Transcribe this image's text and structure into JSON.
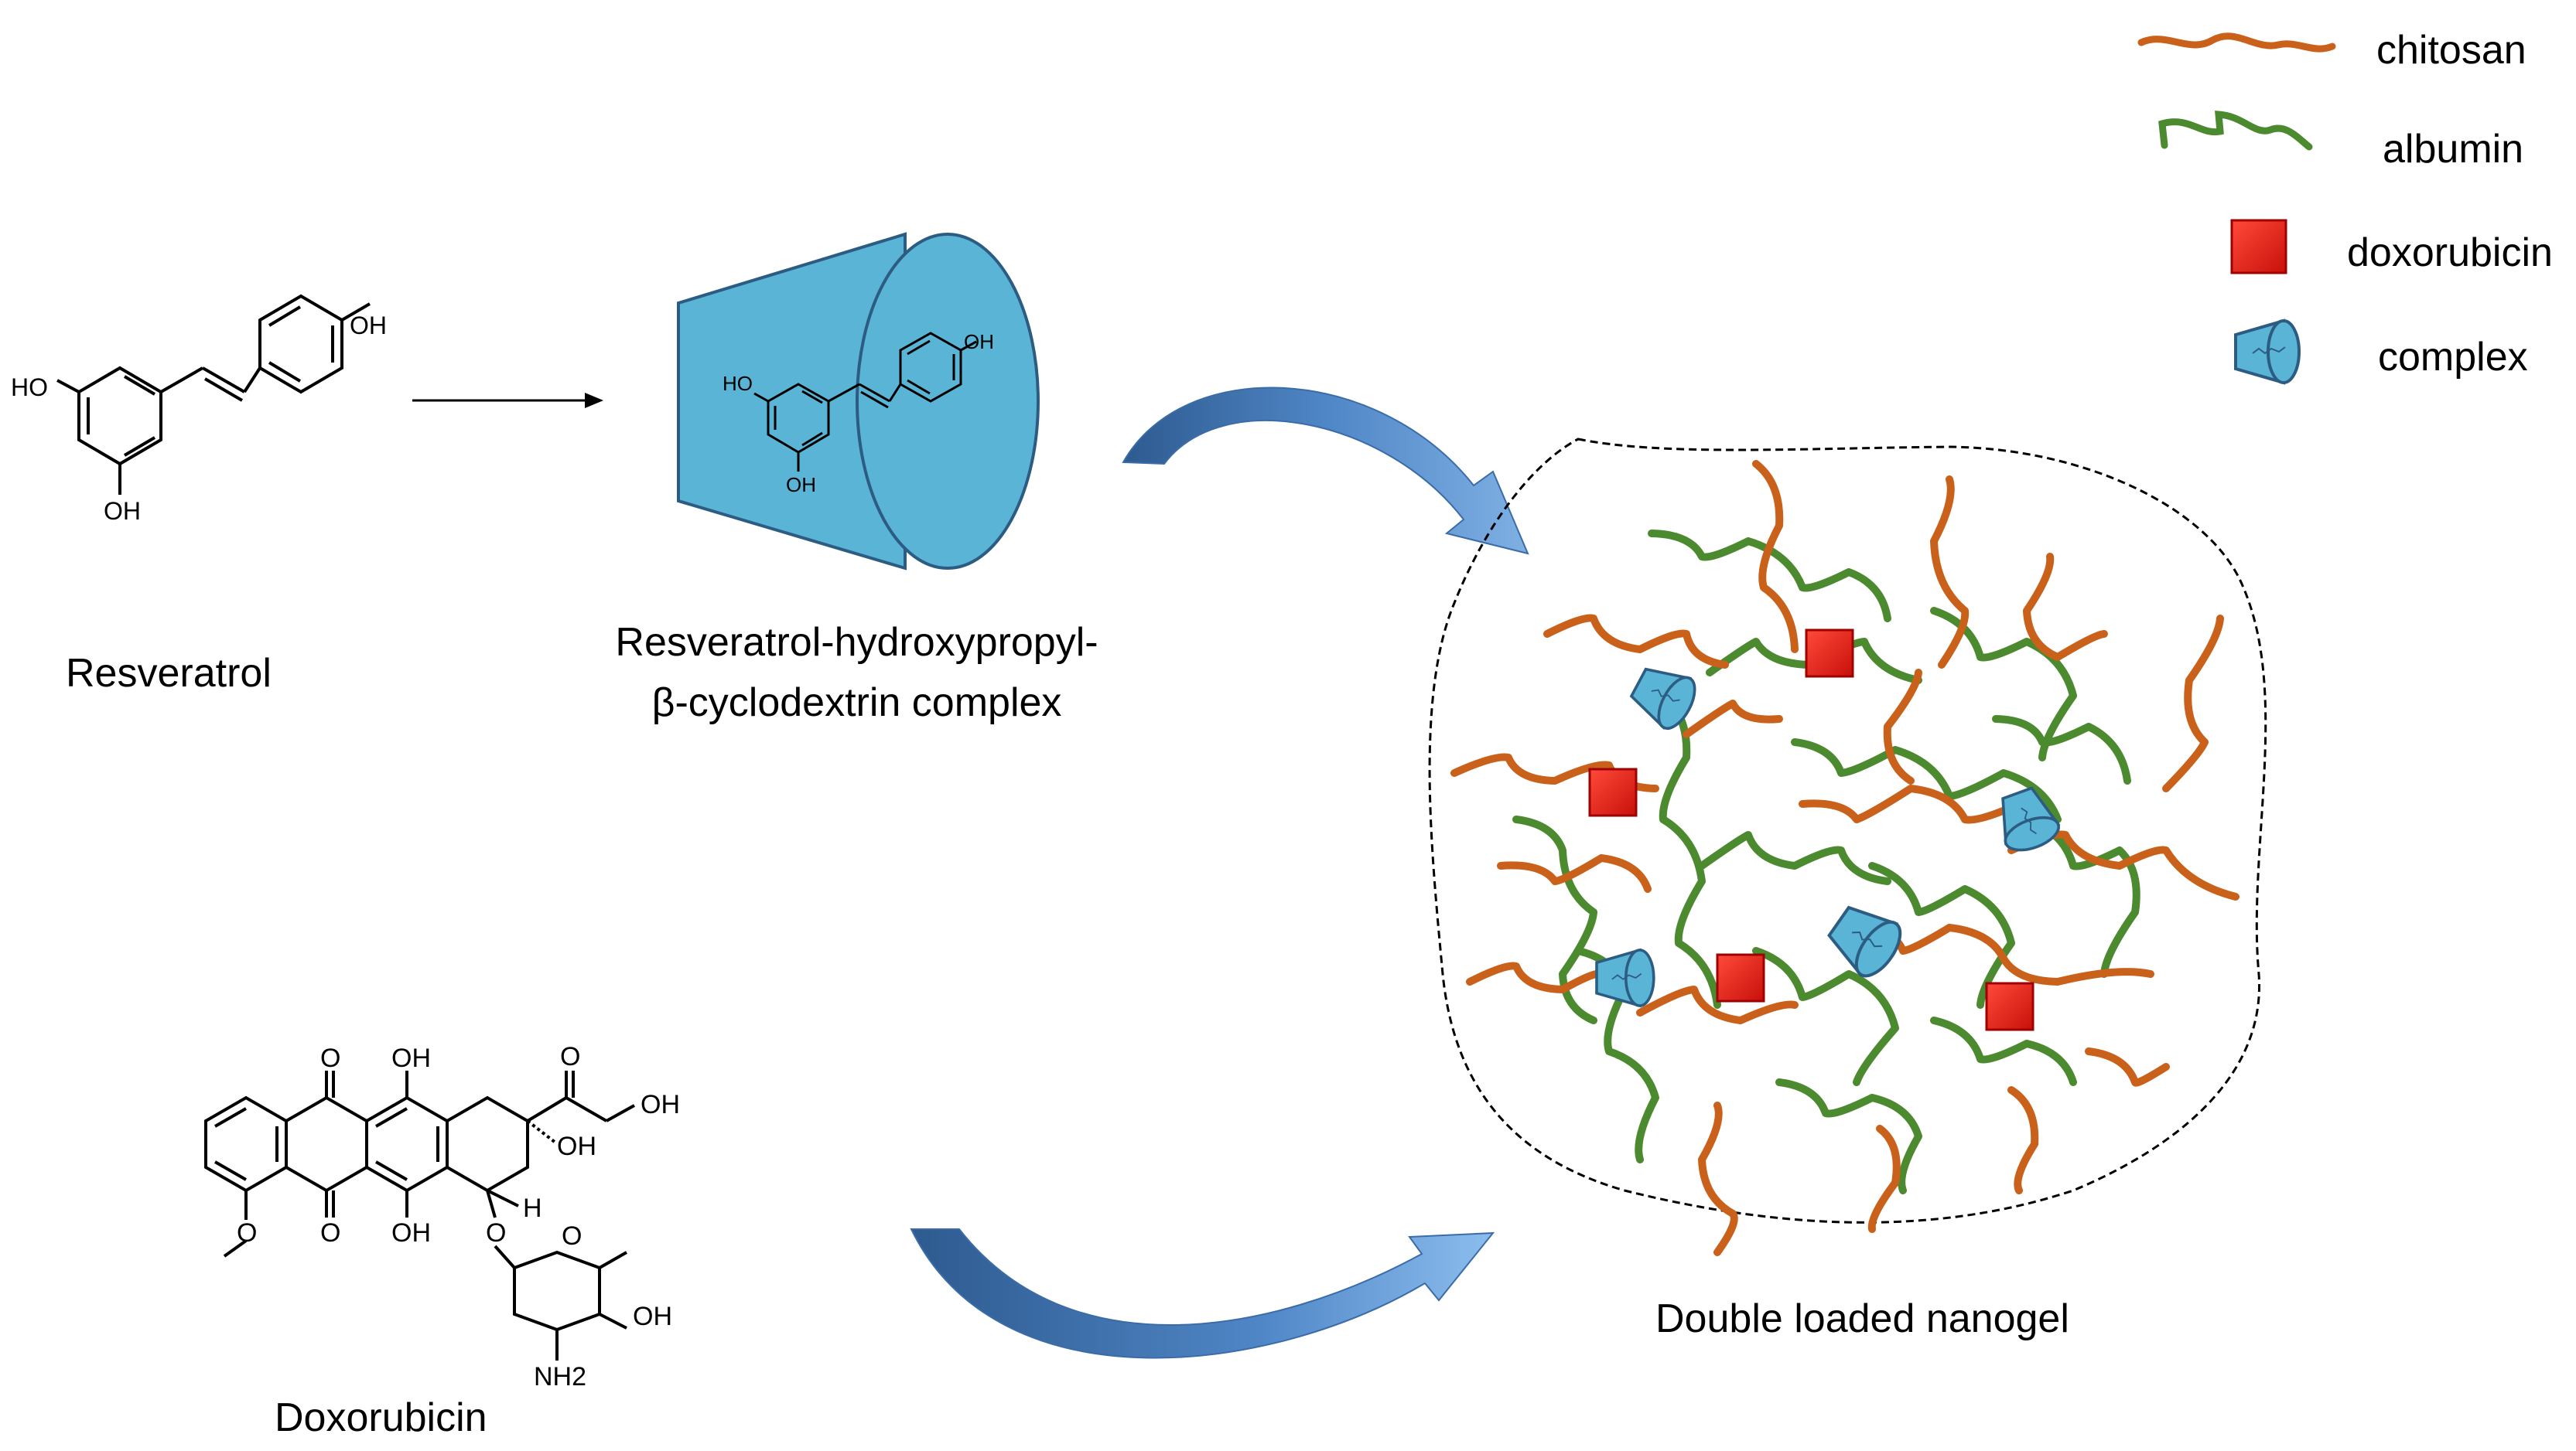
{
  "labels": {
    "resveratrol": "Resveratrol",
    "complex_line1": "Resveratrol-hydroxypropyl-",
    "complex_line2": "β-cyclodextrin complex",
    "doxorubicin": "Doxorubicin",
    "nanogel": "Double loaded nanogel"
  },
  "legend": [
    {
      "key": "chitosan",
      "label": "chitosan",
      "icon": "orange-strand-icon"
    },
    {
      "key": "albumin",
      "label": "albumin",
      "icon": "green-strand-icon"
    },
    {
      "key": "doxorubicin",
      "label": "doxorubicin",
      "icon": "red-square-icon"
    },
    {
      "key": "complex",
      "label": "complex",
      "icon": "blue-cone-icon"
    }
  ],
  "atom_labels": {
    "res_oh_top": "OH",
    "res_ho_left": "HO",
    "res_oh_bottom": "OH",
    "cx_oh_top": "OH",
    "cx_ho_left": "HO",
    "cx_oh_bottom": "OH",
    "dox_o1": "O",
    "dox_oh1": "OH",
    "dox_o2": "O",
    "dox_oh2": "OH",
    "dox_oh3": "OH",
    "dox_o_ketone": "O",
    "dox_oh4": "OH",
    "dox_h": "H",
    "dox_o_gly": "O",
    "dox_o_ring": "O",
    "dox_o_me": "O",
    "dox_oh5": "OH",
    "dox_nh2": "NH2"
  },
  "colors": {
    "chitosan": "#c9611b",
    "albumin": "#4b8a2e",
    "doxorubicin": "#e8140f",
    "complex": "#5ab4d6",
    "complex_edge": "#2d5c82",
    "arrow": "#4f86c6",
    "arrow_dark": "#2e5a8f"
  }
}
